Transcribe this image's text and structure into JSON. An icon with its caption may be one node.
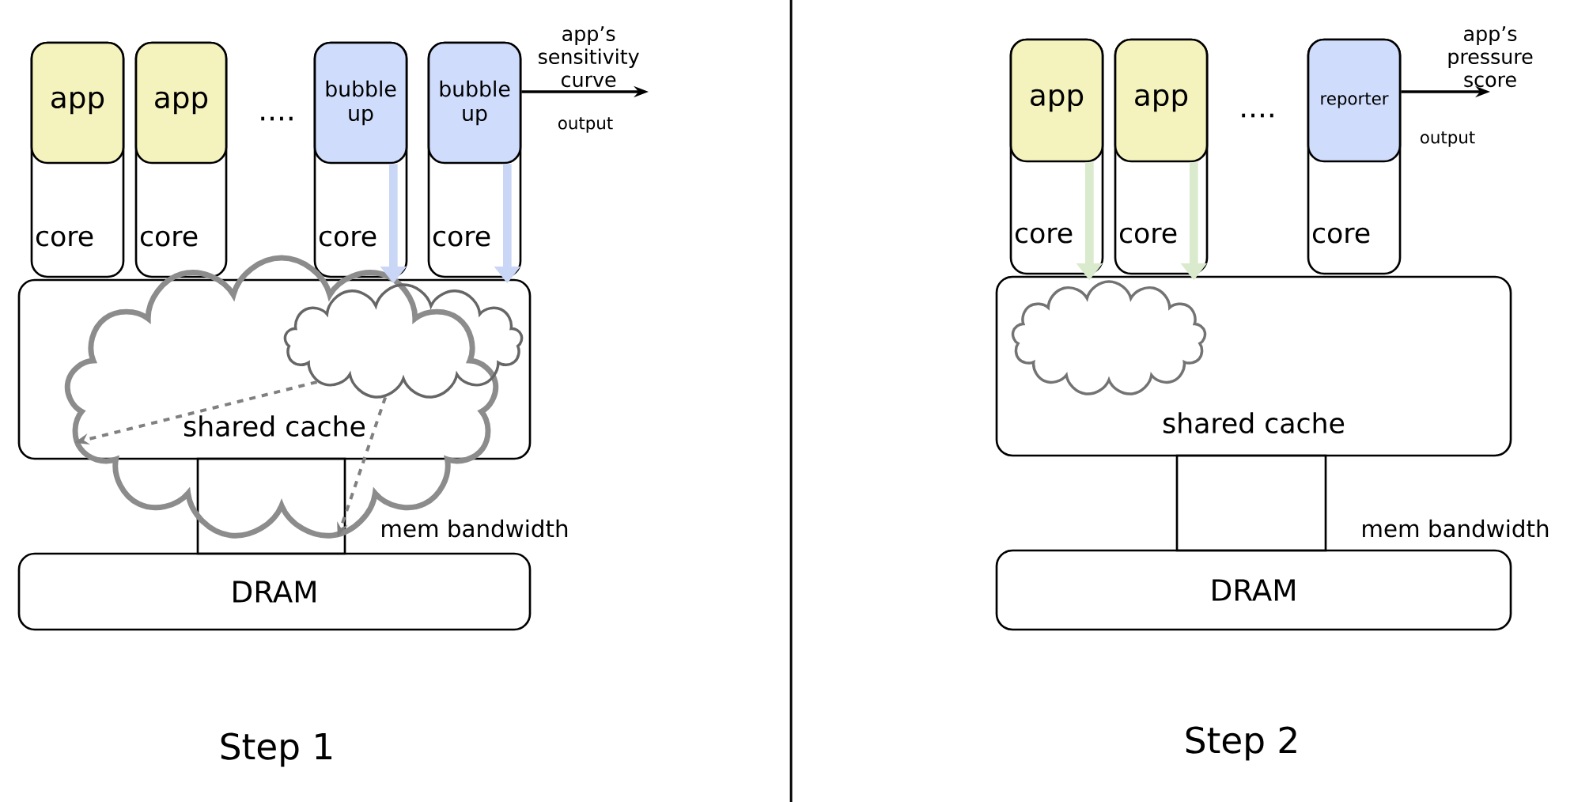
{
  "diagram": {
    "nodes": [
      {
        "text": [
          "core"
        ]
      },
      {
        "text": [
          "app"
        ],
        "in": 0
      },
      {
        "text": [
          "core"
        ]
      },
      {
        "text": [
          "app"
        ],
        "in": 2
      },
      {
        "text": [
          "core"
        ]
      },
      {
        "text": [
          "bubble up"
        ],
        "in": 4
      },
      {
        "text": [
          "core"
        ]
      },
      {
        "text": [
          "bubble up"
        ],
        "in": 6
      },
      {
        "text": [
          "app’s sensitivity curve"
        ]
      },
      {
        "text": [
          "shared cache"
        ]
      },
      {
        "text": [],
        "shape": "box"
      },
      {
        "text": [
          "DRAM"
        ]
      },
      {
        "text": [],
        "shape": "cloud"
      },
      {
        "text": [],
        "shape": "cloud",
        "in": 9
      },
      {
        "text": [
          "core"
        ]
      },
      {
        "text": [
          "app"
        ],
        "in": 14
      },
      {
        "text": [
          "core"
        ]
      },
      {
        "text": [
          "app"
        ],
        "in": 16
      },
      {
        "text": [
          "core"
        ]
      },
      {
        "text": [
          "reporter"
        ],
        "in": 18
      },
      {
        "text": [
          "app’s pressure score"
        ]
      },
      {
        "text": [
          "shared cache"
        ]
      },
      {
        "text": [],
        "shape": "box"
      },
      {
        "text": [
          "DRAM"
        ]
      },
      {
        "text": [],
        "shape": "cloud",
        "in": 21
      }
    ],
    "edges": [
      {
        "from": 5,
        "to": 13,
        "arrow": "to",
        "style": "thick",
        "color": "#c9d6f5"
      },
      {
        "from": 7,
        "to": 13,
        "arrow": "to",
        "style": "thick",
        "color": "#c9d6f5"
      },
      {
        "from": 13,
        "to": 12,
        "arrow": "to",
        "style": "dashed",
        "color": "#808080"
      },
      {
        "from": 13,
        "to": 12,
        "arrow": "to",
        "style": "dashed",
        "color": "#808080"
      },
      {
        "from": 7,
        "to": 8,
        "arrow": "to",
        "label": "output",
        "color": "#000000"
      },
      {
        "from": 15,
        "to": 24,
        "arrow": "to",
        "style": "thick",
        "color": "#d9ebcc"
      },
      {
        "from": 17,
        "to": 24,
        "arrow": "to",
        "style": "thick",
        "color": "#d9ebcc"
      },
      {
        "from": 19,
        "to": 20,
        "arrow": "to",
        "label": "output",
        "color": "#000000"
      }
    ],
    "labels": [
      "....",
      "....",
      "mem bandwidth",
      "mem bandwidth",
      "Step 1",
      "Step 2"
    ]
  }
}
